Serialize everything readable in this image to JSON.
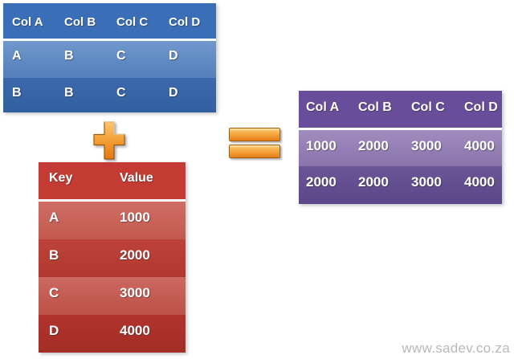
{
  "source_table": {
    "headers": [
      "Col A",
      "Col B",
      "Col C",
      "Col D"
    ],
    "rows": [
      [
        "A",
        "B",
        "C",
        "D"
      ],
      [
        "B",
        "B",
        "C",
        "D"
      ]
    ],
    "theme": {
      "header_bg": "#3a6fb7",
      "row_light": "#6f95ca",
      "row_dark": "#35619f",
      "text": "#ffffff"
    }
  },
  "lookup_table": {
    "headers": [
      "Key",
      "Value"
    ],
    "rows": [
      [
        "A",
        "1000"
      ],
      [
        "B",
        "2000"
      ],
      [
        "C",
        "3000"
      ],
      [
        "D",
        "4000"
      ]
    ],
    "theme": {
      "header_bg": "#c43b33",
      "row_light": "#cd6a62",
      "row_dark": "#b2362f",
      "text": "#ffffff"
    }
  },
  "result_table": {
    "headers": [
      "Col A",
      "Col B",
      "Col C",
      "Col D"
    ],
    "rows": [
      [
        "1000",
        "2000",
        "3000",
        "4000"
      ],
      [
        "2000",
        "2000",
        "3000",
        "4000"
      ]
    ],
    "theme": {
      "header_bg": "#684d9b",
      "row_light": "#9d89bb",
      "row_dark": "#64508f",
      "text": "#ffffff"
    }
  },
  "operators": {
    "plus_symbol": "+",
    "equals_symbol": "=",
    "color": "#f2a13a",
    "border": "#a05c10"
  },
  "watermark": {
    "text": "www.sadev.co.za",
    "color": "#b8b8b8"
  }
}
